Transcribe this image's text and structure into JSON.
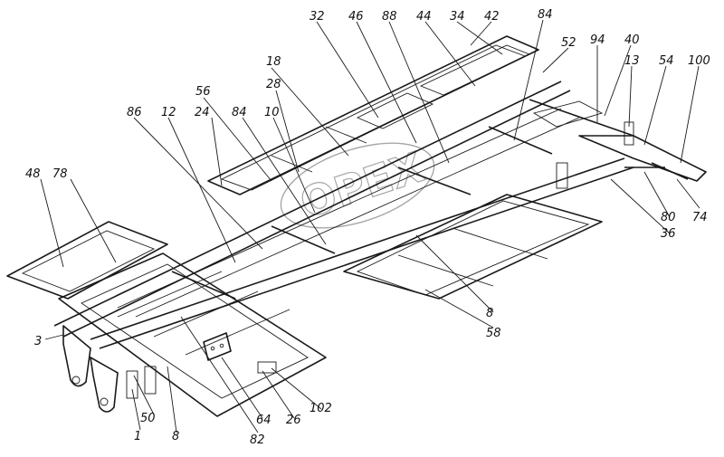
{
  "callouts": [
    "32",
    "46",
    "88",
    "44",
    "34",
    "42",
    "84",
    "52",
    "94",
    "40",
    "13",
    "54",
    "100",
    "18",
    "28",
    "56",
    "86",
    "12",
    "24",
    "84",
    "10",
    "48",
    "78",
    "80",
    "74",
    "36",
    "8",
    "58",
    "3",
    "50",
    "1",
    "8",
    "82",
    "64",
    "26",
    "102"
  ],
  "watermark": "OPEX"
}
